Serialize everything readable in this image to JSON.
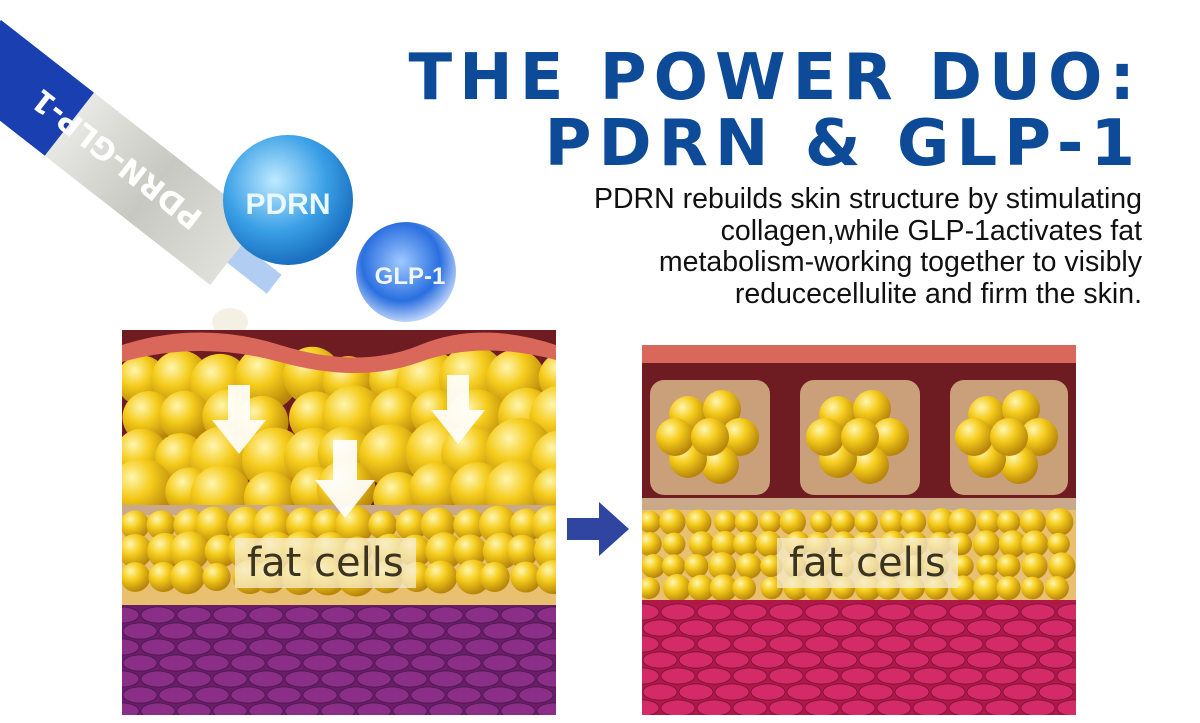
{
  "headline": {
    "line1": "THE POWER DUO:",
    "line2": "PDRN & GLP-1"
  },
  "description": [
    "PDRN rebuilds skin structure by stimulating",
    "collagen,while GLP-1activates fat",
    "metabolism-working together to visibly",
    "reducecellulite and firm the skin."
  ],
  "syringe_label": "PDRN-GLP-1",
  "bubbles": {
    "pdrn": "PDRN",
    "glp1": "GLP-1"
  },
  "before_panel": {
    "label": "fat cells"
  },
  "after_panel": {
    "label": "fat cells"
  },
  "colors": {
    "brand_blue": "#0d4a98",
    "fat_yellow": "#f2c81a",
    "skin_red": "#d9685a",
    "before_base": "#7a2a78",
    "after_base": "#c8205a"
  }
}
